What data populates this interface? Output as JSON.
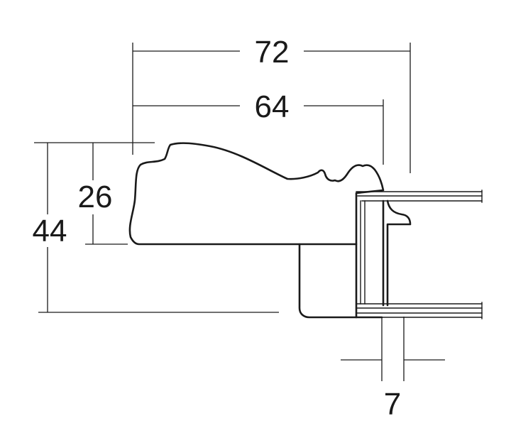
{
  "dimensions": {
    "overall_width": "72",
    "inner_width": "64",
    "front_height": "26",
    "total_height": "44",
    "rebate_width": "7"
  },
  "colors": {
    "line": "#1a1a1a",
    "background": "#ffffff"
  }
}
